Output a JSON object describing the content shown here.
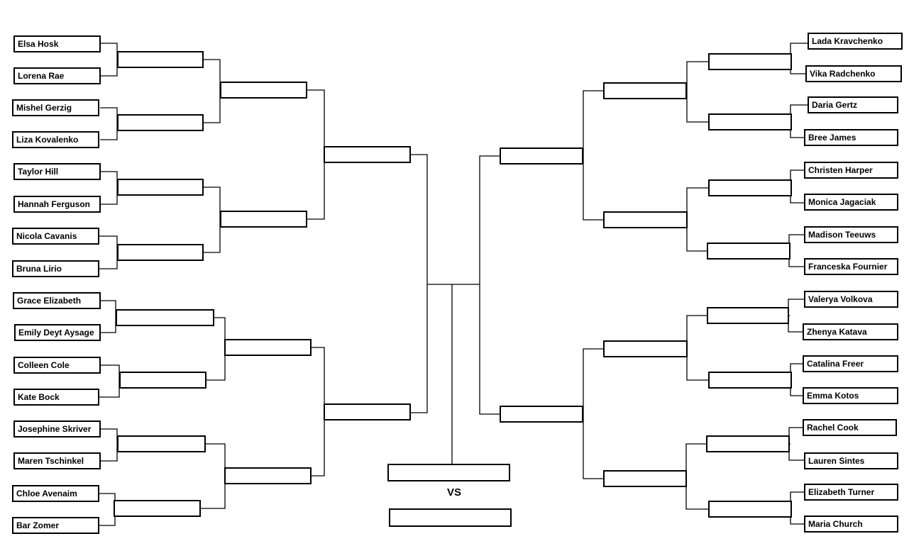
{
  "left_region": {
    "group1": {
      "entrants": [
        "Elsa Hosk",
        "Lorena Rae",
        "Mishel Gerzig",
        "Liza Kovalenko"
      ]
    },
    "group2": {
      "entrants": [
        "Taylor Hill",
        "Hannah Ferguson",
        "Nicola Cavanis",
        "Bruna Lirio"
      ]
    },
    "group3": {
      "entrants": [
        "Grace Elizabeth",
        "Emily Deyt Aysage",
        "Colleen Cole",
        "Kate Bock"
      ]
    },
    "group4": {
      "entrants": [
        "Josephine Skriver",
        "Maren Tschinkel",
        "Chloe Avenaim",
        "Bar Zomer"
      ]
    }
  },
  "right_region": {
    "group1": {
      "entrants": [
        "Lada Kravchenko",
        "Vika Radchenko",
        "Daria Gertz",
        "Bree James"
      ]
    },
    "group2": {
      "entrants": [
        "Christen Harper",
        "Monica  Jagaciak",
        "Madison Teeuws",
        "Franceska Fournier"
      ]
    },
    "group3": {
      "entrants": [
        "Valerya Volkova",
        "Zhenya Katava",
        "Catalina Freer",
        "Emma Kotos"
      ]
    },
    "group4": {
      "entrants": [
        "Rachel Cook",
        "Lauren Sintes",
        "Elizabeth Turner",
        "Maria Church"
      ]
    }
  },
  "final": {
    "vs_label": "VS"
  }
}
